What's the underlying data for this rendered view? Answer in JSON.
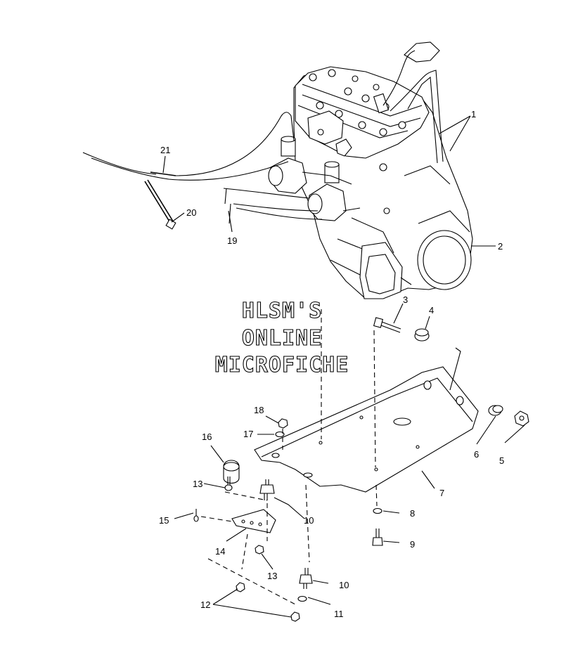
{
  "watermark": {
    "line1": "HLSM'S",
    "line2": "ONLINE",
    "line3": "MICROFICHE"
  },
  "callouts": {
    "c1": "1",
    "c2": "2",
    "c3": "3",
    "c4": "4",
    "c5": "5",
    "c6": "6",
    "c7": "7",
    "c8": "8",
    "c9": "9",
    "c10a": "10",
    "c10b": "10",
    "c11": "11",
    "c12": "12",
    "c13a": "13",
    "c13b": "13",
    "c14": "14",
    "c15": "15",
    "c16": "16",
    "c17": "17",
    "c18": "18",
    "c19": "19",
    "c20": "20",
    "c21": "21"
  },
  "colors": {
    "ink": "#000000",
    "paper": "#ffffff"
  }
}
